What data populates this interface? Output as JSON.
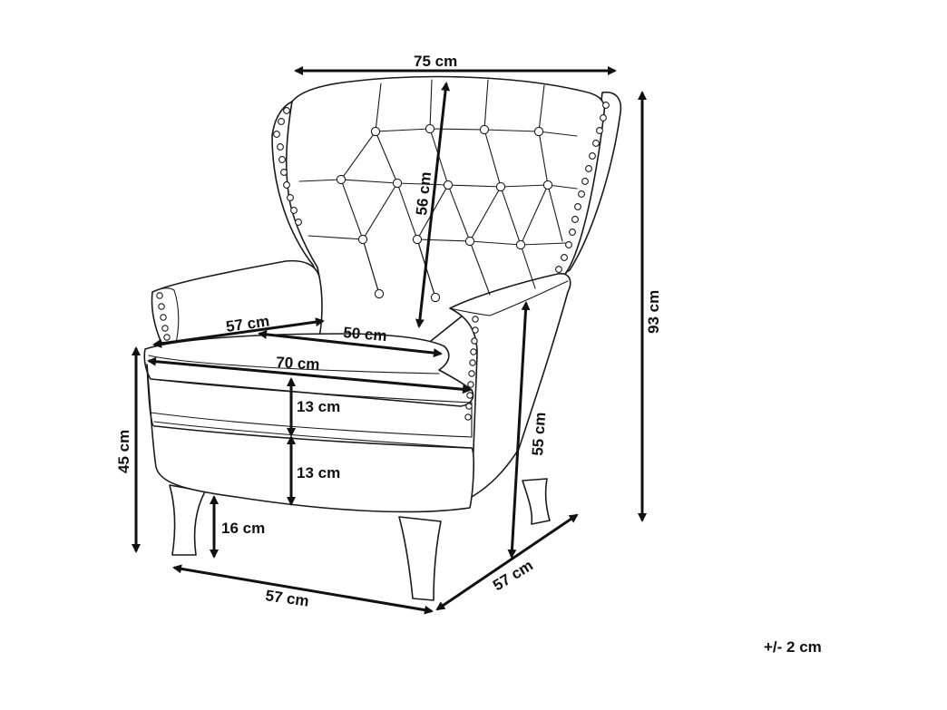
{
  "dimensions": {
    "total_width": "75 cm",
    "total_height": "93 cm",
    "backrest_height": "56 cm",
    "armrest_height": "55 cm",
    "seat_height": "45 cm",
    "leg_height": "16 cm",
    "seat_cushion_thickness": "13 cm",
    "seat_base_thickness": "13 cm",
    "seat_width_outer": "70 cm",
    "seat_width_inner": "50 cm",
    "seat_depth": "57 cm",
    "base_width": "57 cm",
    "base_depth": "57 cm"
  },
  "tolerance": "+/- 2 cm",
  "colors": {
    "ink": "#1a1a1a",
    "background": "#ffffff"
  }
}
